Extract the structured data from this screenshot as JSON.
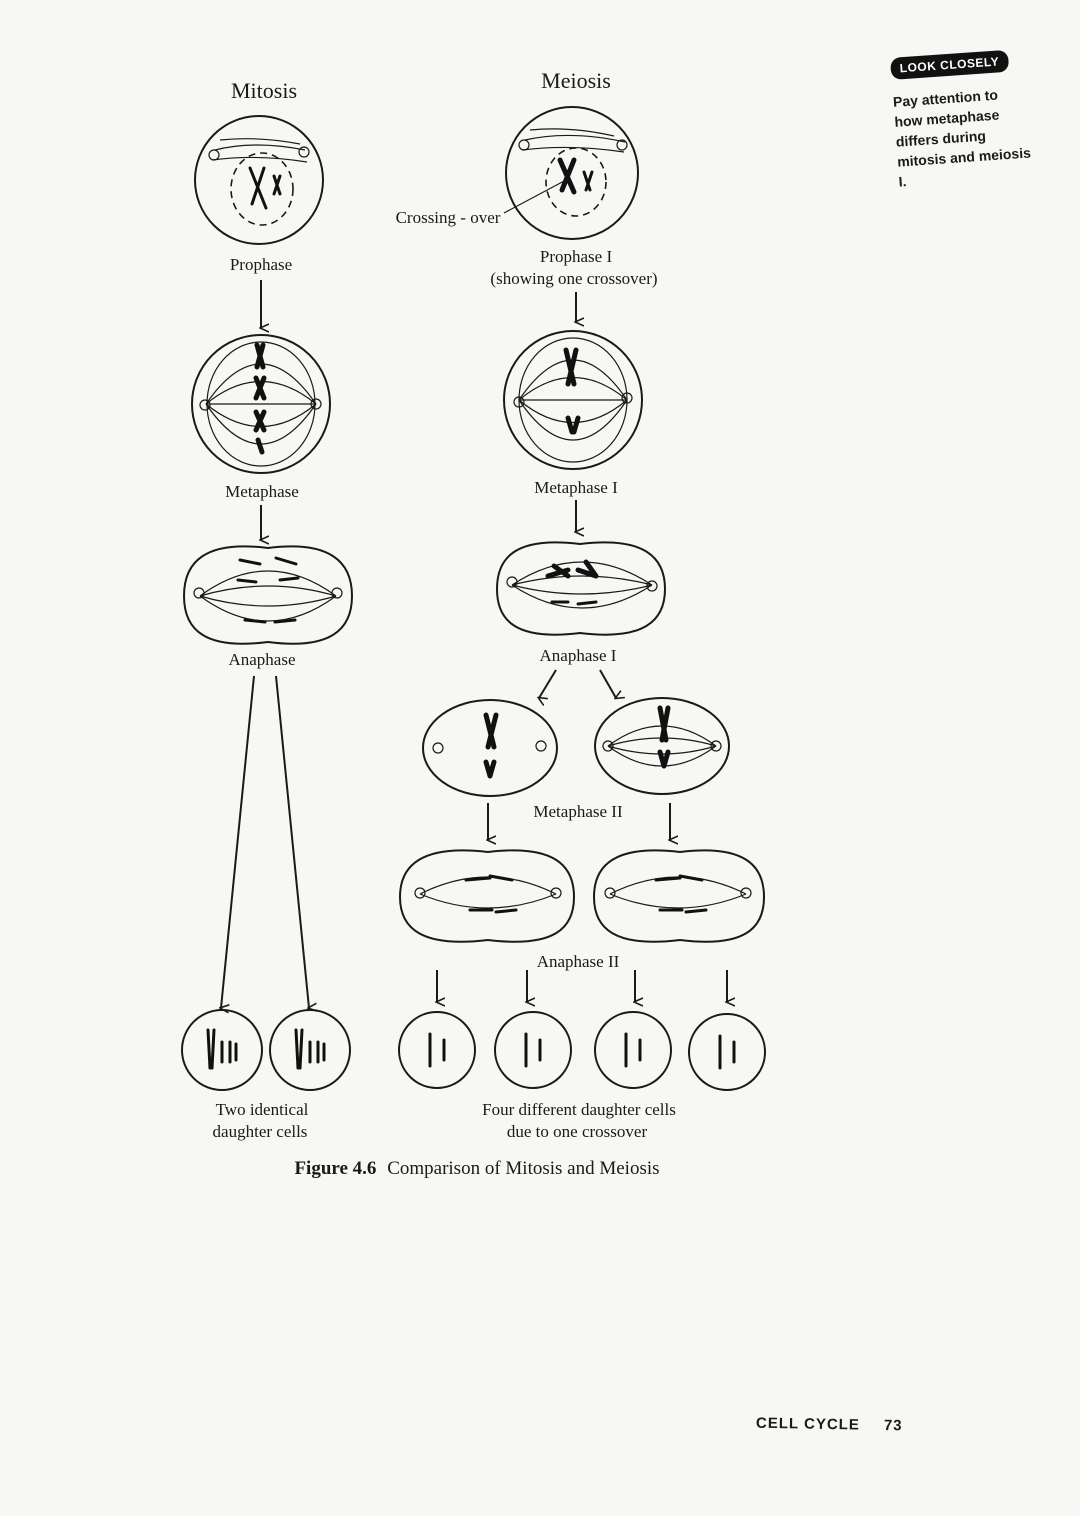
{
  "columns": {
    "mitosis": "Mitosis",
    "meiosis": "Meiosis"
  },
  "mitosis_stages": {
    "prophase": "Prophase",
    "metaphase": "Metaphase",
    "anaphase": "Anaphase",
    "result_line1": "Two identical",
    "result_line2": "daughter cells"
  },
  "meiosis_stages": {
    "crossing_over": "Crossing - over",
    "prophase1_line1": "Prophase I",
    "prophase1_line2": "(showing one crossover)",
    "metaphase1": "Metaphase I",
    "anaphase1": "Anaphase I",
    "metaphase2": "Metaphase II",
    "anaphase2": "Anaphase II",
    "result_line1": "Four different daughter cells",
    "result_line2": "due to one crossover"
  },
  "caption": {
    "number": "Figure 4.6",
    "title": "Comparison of Mitosis and Meiosis"
  },
  "sidebar": {
    "badge": "LOOK CLOSELY",
    "note": "Pay attention to how metaphase differs during mitosis and meiosis I."
  },
  "footer": {
    "section": "CELL CYCLE",
    "page": "73"
  }
}
